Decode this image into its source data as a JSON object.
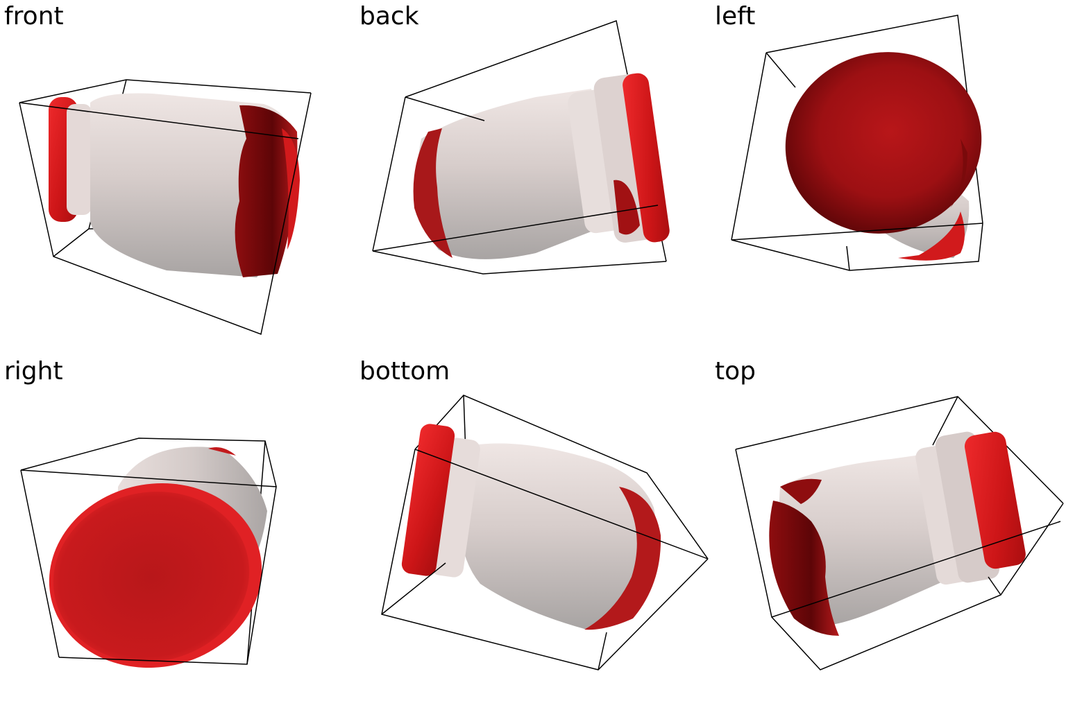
{
  "views": [
    {
      "label": "front"
    },
    {
      "label": "back"
    },
    {
      "label": "left"
    },
    {
      "label": "right"
    },
    {
      "label": "bottom"
    },
    {
      "label": "top"
    }
  ],
  "colors": {
    "lid": "#d81d1e",
    "lid_dark": "#7a0a0b",
    "glass": "#d9cfcd",
    "glass_shadow": "#a9a4a3",
    "edge": "#000000"
  }
}
